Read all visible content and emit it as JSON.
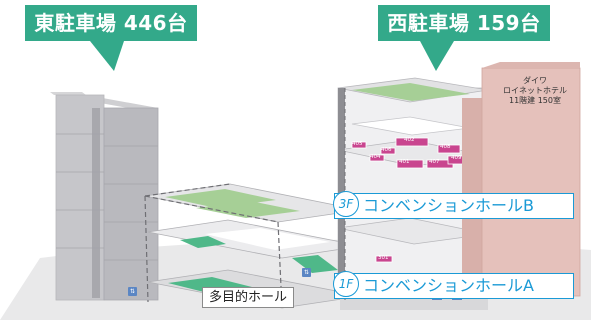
{
  "colors": {
    "callout": "#33a98a",
    "hall_label": "#1a9ad6"
  },
  "callouts": {
    "east": "東駐車場 446台",
    "west": "西駐車場 159台"
  },
  "halls": {
    "b": {
      "floor": "3F",
      "name": "コンベンションホールB"
    },
    "a": {
      "floor": "1F",
      "name": "コンベンションホールA"
    }
  },
  "multi_purpose_hall": "多目的ホール",
  "hotel": {
    "line1": "ダイワ",
    "line2": "ロイネットホテル",
    "line3": "11階建 150室"
  },
  "rooms": [
    "405",
    "406",
    "404",
    "402",
    "401",
    "407",
    "408",
    "409",
    "301"
  ]
}
